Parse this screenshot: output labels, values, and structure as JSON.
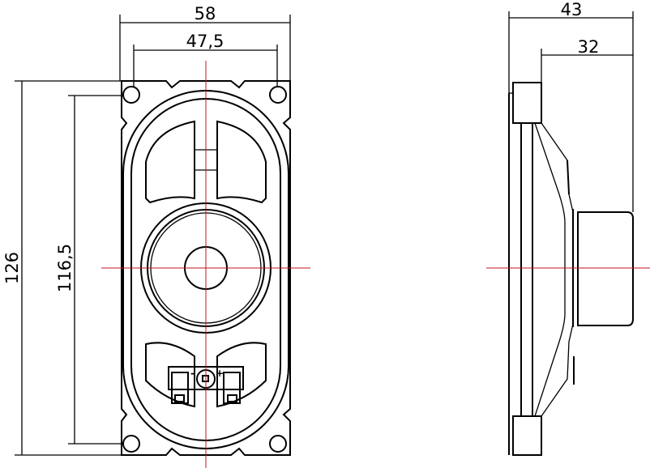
{
  "drawing": {
    "front_view": {
      "width_outer": "58",
      "width_holes": "47,5",
      "height_outer": "126",
      "height_holes": "116,5",
      "terminal_minus": "-",
      "terminal_plus": "+"
    },
    "side_view": {
      "depth_total": "43",
      "depth_magnet": "32"
    },
    "colors": {
      "outline": "#000000",
      "centerline": "#c0161b"
    }
  }
}
